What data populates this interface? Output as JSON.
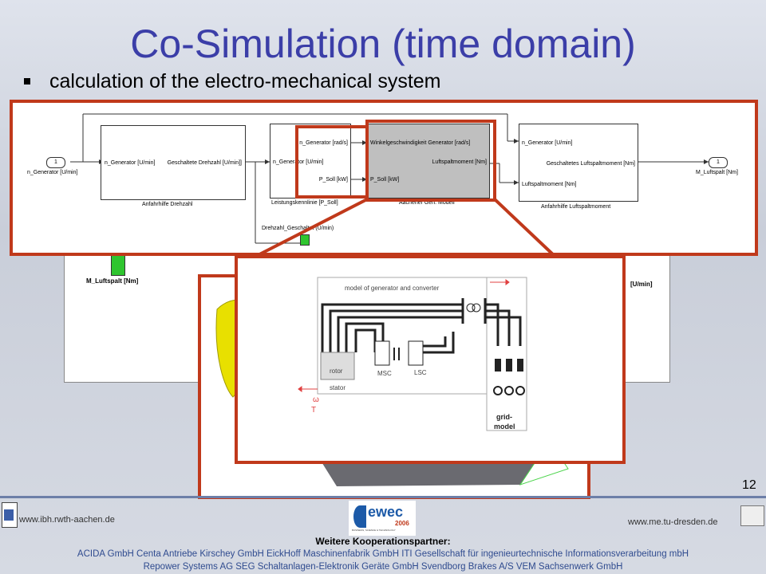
{
  "slide": {
    "title": "Co-Simulation  (time domain)",
    "bullet": "calculation of the electro-mechanical system",
    "page_number": "12"
  },
  "simulink": {
    "inport_num": "1",
    "inport_label": "n_Generator [U/min]",
    "outport_num": "1",
    "outport_label": "M_Luftspalt [Nm]",
    "block1": {
      "in": "n_Generator [U/min]",
      "out": "Geschaltete Drehzahl [U/min]]",
      "name": "Anfahrhilfe Drehzahl"
    },
    "block2": {
      "in": "n_Generator [U/min]",
      "out1": "n_Generator [rad/s]",
      "out2": "P_Soll [kW]",
      "name": "Leistungskennlinie [P_Soll]"
    },
    "block3": {
      "in1": "Winkelgeschwindigkeit  Generator [rad/s]",
      "in2": "P_Soll [kW]",
      "out": "Luftspaltmoment [Nm]",
      "name": "Aachener Gen. Modell"
    },
    "block4": {
      "in1": "n_Generator [U/min]",
      "in2": "Luftspaltmoment [Nm]",
      "out": "Geschaltetes Luftspaltmoment [Nm]",
      "name": "Anfahrhilfe Luftspaltmoment"
    },
    "drehzahl_label": "Drehzahl_Geschaltet (U/min)",
    "under_left": "M_Luftspalt [Nm]",
    "under_right": "[U/min]"
  },
  "converter": {
    "title": "model of generator and converter",
    "rotor": "rotor",
    "stator": "stator",
    "msc": "MSC",
    "lsc": "LSC",
    "grid": "grid-\nmodel",
    "grid1": "grid-",
    "grid2": "model",
    "omega": "ω",
    "torque": "T"
  },
  "footer": {
    "left_url": "www.ibh.rwth-aachen.de",
    "right_url": "www.me.tu-dresden.de",
    "logo_text": "ewec",
    "logo_year": "2006",
    "logo_sub": "BUSINESS, SCIENCE & TECHNOLOGY",
    "partners_heading": "Weitere Kooperationspartner:",
    "partners_line1": "ACIDA GmbH   Centa Antriebe Kirschey GmbH   EickHoff Maschinenfabrik GmbH   ITI Gesellschaft für ingenieurtechnische Informationsverarbeitung mbH",
    "partners_line2": "Repower Systems AG   SEG Schaltanlagen-Elektronik Geräte GmbH   Svendborg Brakes A/S   VEM Sachsenwerk GmbH"
  },
  "colors": {
    "title": "#3b3ea8",
    "frame": "#c0391b",
    "highlight_block": "#bfbfbf",
    "green_block": "#2fc52f"
  }
}
